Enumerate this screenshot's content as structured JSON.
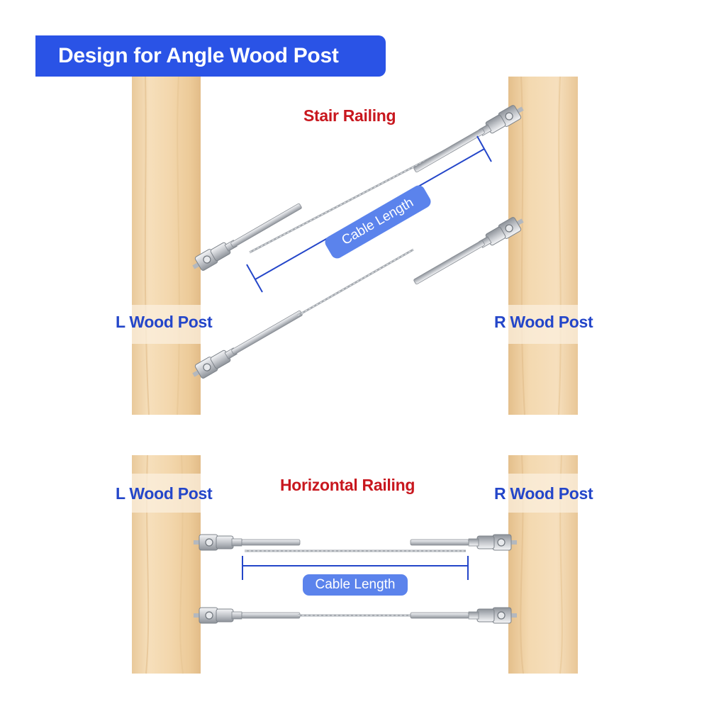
{
  "header": {
    "title": "Design for Angle Wood Post"
  },
  "stair": {
    "title": "Stair Railing",
    "left_post": "L Wood Post",
    "right_post": "R Wood Post",
    "cable_length": "Cable Length"
  },
  "horizontal": {
    "title": "Horizontal Railing",
    "left_post": "L Wood Post",
    "right_post": "R Wood Post",
    "cable_length": "Cable Length"
  },
  "colors": {
    "banner": "#2a53e6",
    "post_label": "#2446c9",
    "railing_title": "#c8171e",
    "pill": "#5b83ec",
    "wood": "#f2d6ad",
    "steel": "#c9ccd1"
  }
}
